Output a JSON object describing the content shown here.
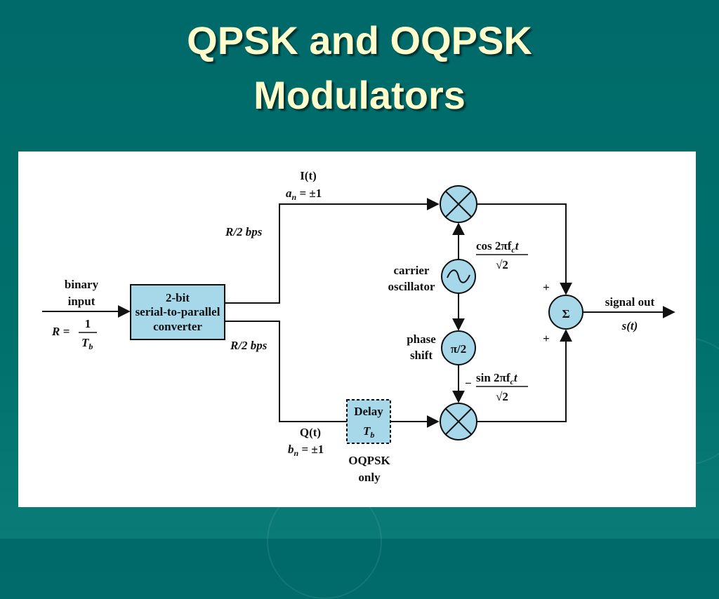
{
  "slide": {
    "title_line1": "QPSK and OQPSK",
    "title_line2": "Modulators",
    "colors": {
      "background": "#006a6a",
      "title": "#ffffcc",
      "block_fill": "#a7d8ea"
    }
  },
  "diagram": {
    "input": {
      "line1": "binary",
      "line2": "input",
      "rate_lhs": "R =",
      "rate_num": "1",
      "rate_den": "T",
      "rate_den_sub": "b"
    },
    "converter": {
      "line1": "2-bit",
      "line2": "serial-to-parallel",
      "line3": "converter"
    },
    "upper_rate": "R/2 bps",
    "lower_rate": "R/2 bps",
    "i_branch": {
      "signal": "I(t)",
      "symbol": "a",
      "symbol_sub": "n",
      "value": " = ±1"
    },
    "q_branch": {
      "signal": "Q(t)",
      "symbol": "b",
      "symbol_sub": "n",
      "value": " = ±1"
    },
    "oscillator": {
      "line1": "carrier",
      "line2": "oscillator",
      "symbol": "~"
    },
    "cos_term": {
      "num": "cos 2πf",
      "num_sub": "c",
      "num_tail": "t",
      "den": "√2"
    },
    "phase_shift": {
      "line1": "phase",
      "line2": "shift",
      "symbol": "π/2"
    },
    "sin_term": {
      "sign": "−",
      "num": "sin 2πf",
      "num_sub": "c",
      "num_tail": "t",
      "den": "√2"
    },
    "delay": {
      "line1": "Delay",
      "line2": "T",
      "line2_sub": "b",
      "note1": "OQPSK",
      "note2": "only"
    },
    "summer": {
      "symbol": "Σ",
      "plus_top": "+",
      "plus_bottom": "+"
    },
    "output": {
      "line1": "signal out",
      "line2": "s(t)"
    },
    "multiplier_symbol": "⊗"
  }
}
